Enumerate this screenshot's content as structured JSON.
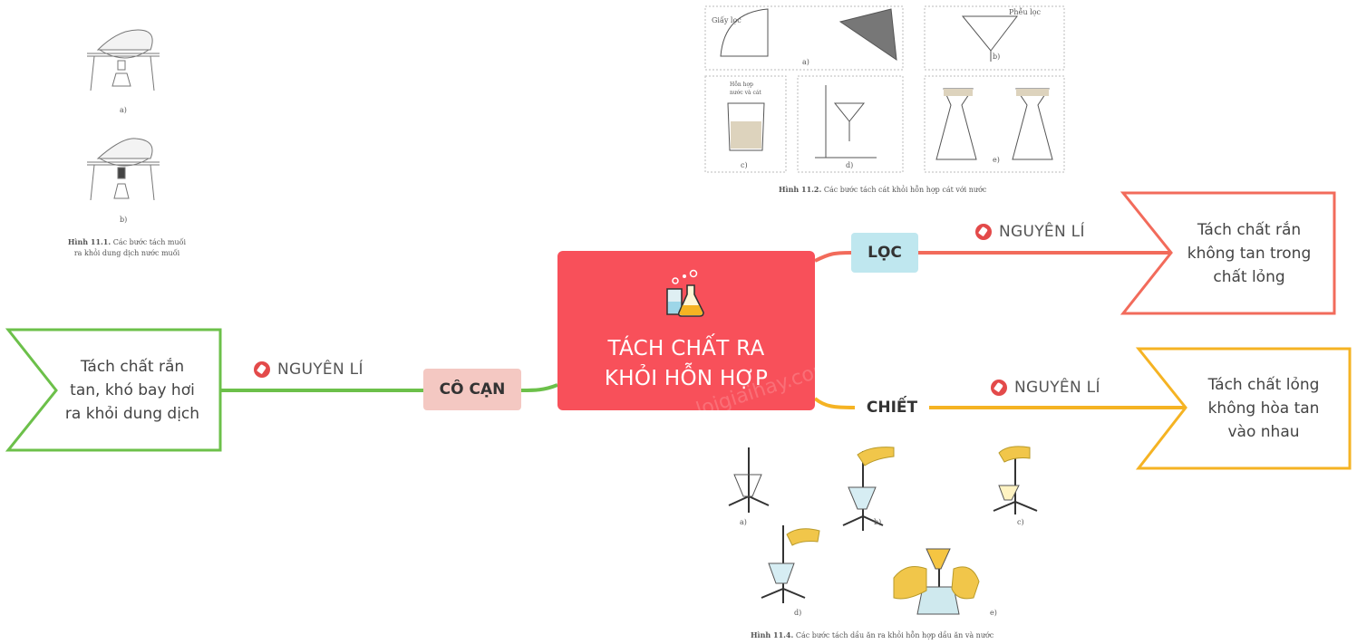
{
  "central": {
    "title_line1": "TÁCH CHẤT RA",
    "title_line2": "KHỎI HỖN HỢP",
    "icon": "chemistry-flask-icon"
  },
  "branches": [
    {
      "id": "loc",
      "label": "LỌC",
      "principle_label": "NGUYÊN LÍ",
      "principle_text": [
        "Tách chất rắn",
        "không tan trong",
        "chất lỏng"
      ],
      "color": "#f26b5b"
    },
    {
      "id": "chiet",
      "label": "CHIẾT",
      "principle_label": "NGUYÊN LÍ",
      "principle_text": [
        "Tách chất lỏng",
        "không hòa tan",
        "vào nhau"
      ],
      "color": "#f5b323"
    },
    {
      "id": "cocan",
      "label": "CÔ CẠN",
      "principle_label": "NGUYÊN LÍ",
      "principle_text": [
        "Tách chất rắn",
        "tan, khó bay hơi",
        "ra khỏi dung dịch"
      ],
      "color": "#6cc04a"
    }
  ],
  "figures": {
    "fig11_1": {
      "caption_bold": "Hình 11.1.",
      "caption": "Các bước tách muối ra khỏi dung dịch nước muối",
      "labels": [
        "a)",
        "b)"
      ]
    },
    "fig11_2": {
      "caption_bold": "Hình 11.2.",
      "caption": "Các bước tách cát khỏi hỗn hợp cát với nước",
      "labels": [
        "a)",
        "b)",
        "c)",
        "d)",
        "e)"
      ],
      "paper_label": "Giấy lọc",
      "funnel_label": "Phễu lọc",
      "mixture_label": "Hỗn hợp nước và cát"
    },
    "fig11_4": {
      "caption_bold": "Hình 11.4.",
      "caption": "Các bước tách dầu ăn ra khỏi hỗn hợp dầu ăn và nước",
      "labels": [
        "a)",
        "b)",
        "c)",
        "d)",
        "e)"
      ]
    }
  },
  "watermark": "loigiaihay.com"
}
